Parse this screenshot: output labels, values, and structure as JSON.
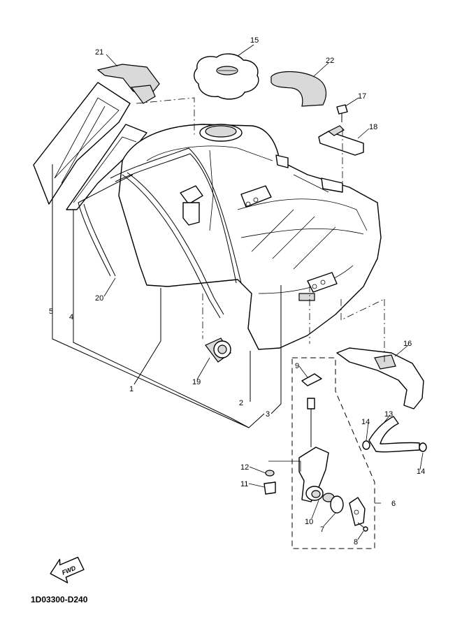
{
  "callouts": {
    "c1": "1",
    "c2": "2",
    "c3": "3",
    "c4": "4",
    "c5": "5",
    "c6": "6",
    "c7": "7",
    "c8": "8",
    "c9": "9",
    "c10": "10",
    "c11": "11",
    "c12": "12",
    "c13": "13",
    "c14a": "14",
    "c14b": "14",
    "c15": "15",
    "c16": "16",
    "c17": "17",
    "c18": "18",
    "c19": "19",
    "c20": "20",
    "c21": "21",
    "c22": "22"
  },
  "fwd_label": "FWD",
  "diagram_code": "1D03300-D240"
}
